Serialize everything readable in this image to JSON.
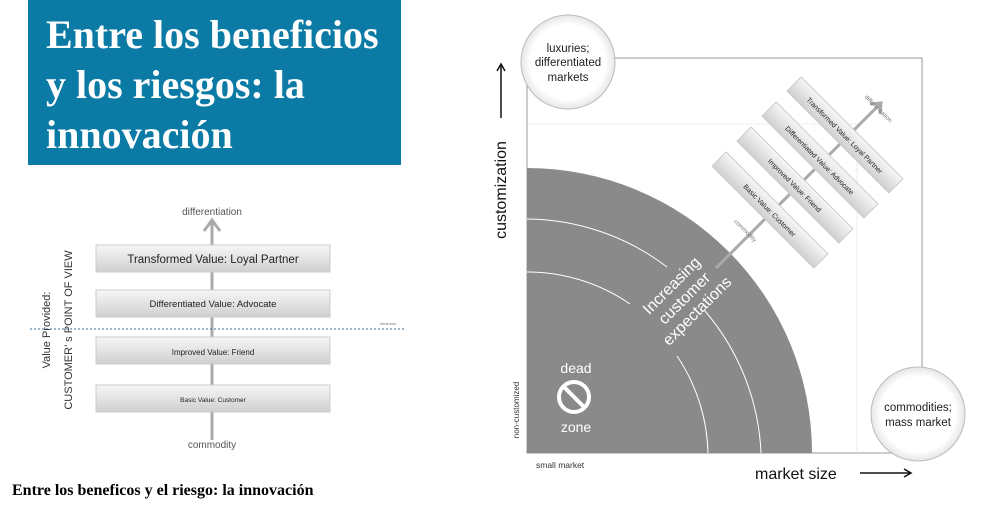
{
  "title": {
    "line1": "Entre los beneficios",
    "line2": "y los riesgos: la",
    "line3": "innovación"
  },
  "caption": "Entre los beneficos y el riesgo: la innovación",
  "colors": {
    "title_bg": "#0b7ba6",
    "dead_zone": "#8a8a8a"
  },
  "left_diagram": {
    "top_label": "differentiation",
    "bottom_label": "commodity",
    "threshold_label": "minimum",
    "axis_label_line1": "Value Provided:",
    "axis_label_line2": "CUSTOMER’ s POINT OF VIEW",
    "levels": [
      "Transformed Value:  Loyal Partner",
      "Differentiated Value:  Advocate",
      "Improved Value:  Friend",
      "Basic Value:  Customer"
    ]
  },
  "right_diagram": {
    "y_axis_label": "customization",
    "y_axis_low": "non-customized",
    "x_axis_label": "market size",
    "x_axis_low": "small market",
    "top_left_circle": [
      "luxuries;",
      "differentiated",
      "markets"
    ],
    "bottom_right_circle": [
      "commodities;",
      "mass market"
    ],
    "dead_zone": [
      "dead",
      "zone"
    ],
    "dead_zone_icon": "no-entry-icon",
    "expectations": [
      "Increasing",
      "customer",
      "expectations"
    ],
    "arrow_start_label": "commodity",
    "arrow_end_label": "differentiation",
    "levels": [
      "Basic Value:  Customer",
      "Improved Value:  Friend",
      "Differentiated Value:  Advocate",
      "Transformed Value:  Loyal Partner"
    ]
  }
}
